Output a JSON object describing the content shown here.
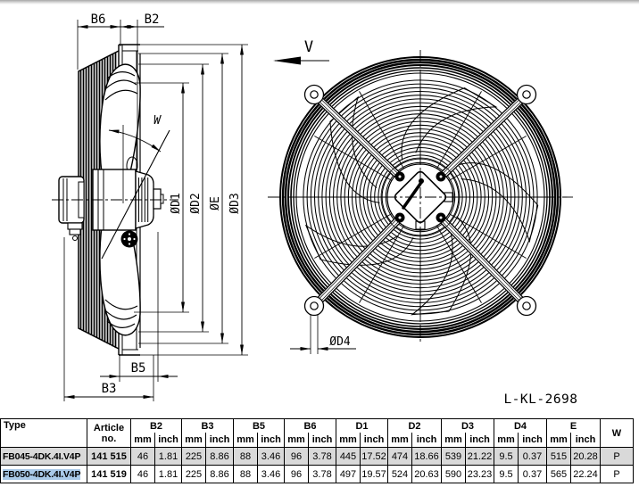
{
  "drawing": {
    "side_view": {
      "labels": {
        "b6": "B6",
        "b2": "B2",
        "b5": "B5",
        "b3": "B3",
        "d1": "ØD1",
        "d2": "ØD2",
        "e": "ØE",
        "d3": "ØD3",
        "w": "W"
      }
    },
    "front_view": {
      "labels": {
        "v": "V",
        "d4": "ØD4"
      },
      "drawing_number": "L-KL-2698"
    }
  },
  "table": {
    "type_header": "Type",
    "article_header": "Article",
    "article_header2": "no.",
    "dim_headers": [
      "B2",
      "B3",
      "B5",
      "B6",
      "D1",
      "D2",
      "D3",
      "D4",
      "E"
    ],
    "unit_mm": "mm",
    "unit_inch": "inch",
    "w_header": "W",
    "rows": [
      {
        "type": "FB045-4DK.4I.V4P",
        "article": "141 515",
        "values": [
          "46",
          "1.81",
          "225",
          "8.86",
          "88",
          "3.46",
          "96",
          "3.78",
          "445",
          "17.52",
          "474",
          "18.66",
          "539",
          "21.22",
          "9.5",
          "0.37",
          "515",
          "20.28"
        ],
        "w": "P",
        "shaded": true,
        "type_selected": false
      },
      {
        "type": "FB050-4DK.4I.V4P",
        "article": "141 519",
        "values": [
          "46",
          "1.81",
          "225",
          "8.86",
          "88",
          "3.46",
          "96",
          "3.78",
          "497",
          "19.57",
          "524",
          "20.63",
          "590",
          "23.23",
          "9.5",
          "0.37",
          "565",
          "22.24"
        ],
        "w": "P",
        "shaded": false,
        "type_selected": true
      }
    ]
  },
  "colors": {
    "line": "#000000",
    "row_shaded": "#d9d9d9",
    "text_selection": "#a9c9e8",
    "table_border": "#000000"
  }
}
